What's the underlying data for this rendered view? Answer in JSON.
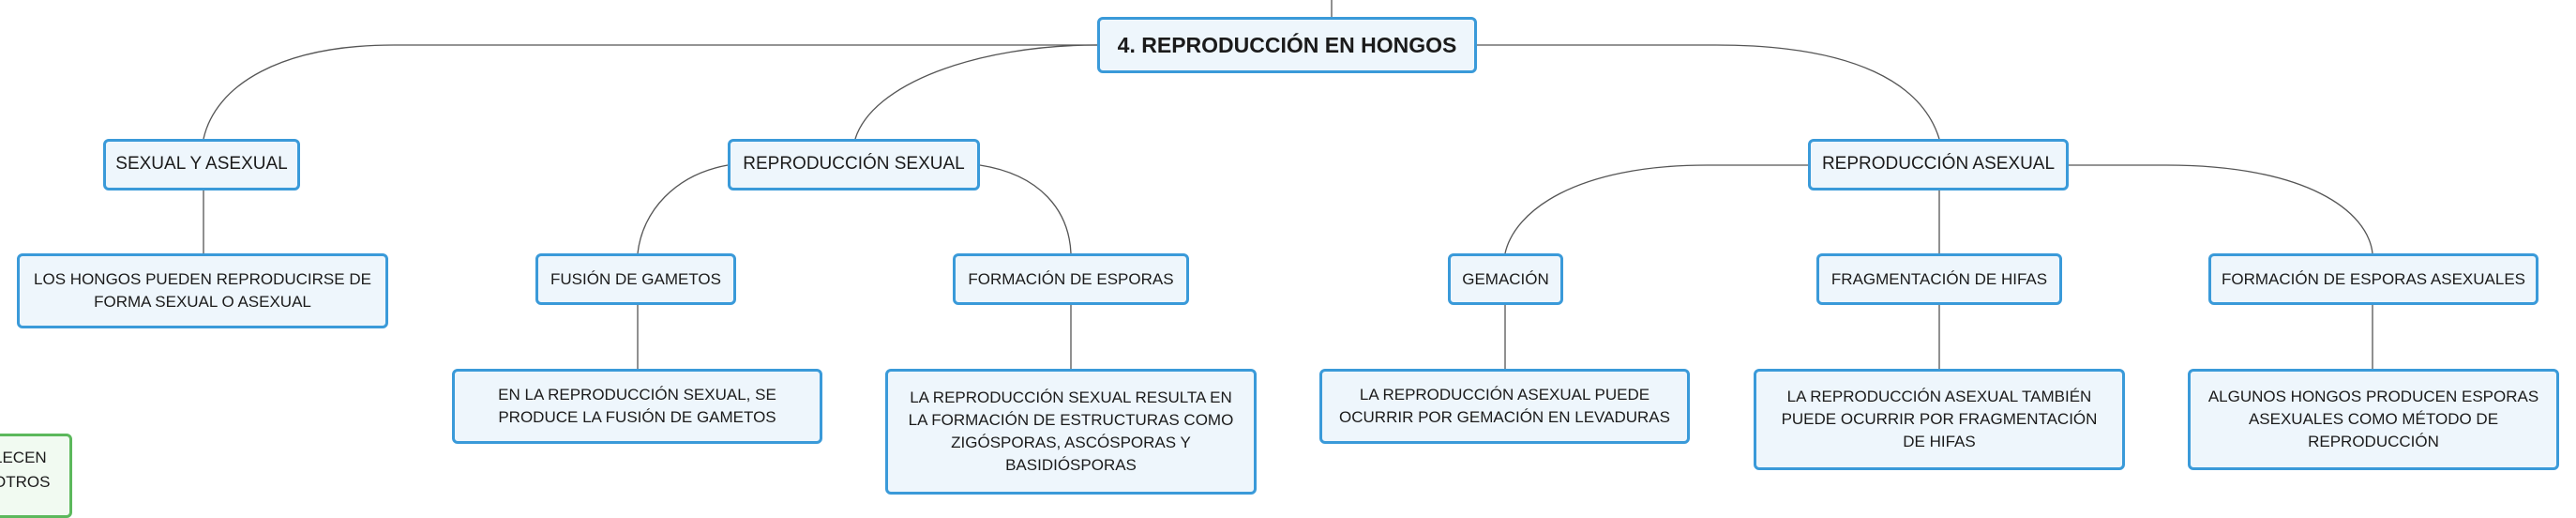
{
  "root": {
    "label": "4. REPRODUCCIÓN EN HONGOS"
  },
  "branches": [
    {
      "label": "SEXUAL Y ASEXUAL",
      "children": [
        {
          "label": "LOS HONGOS PUEDEN REPRODUCIRSE DE FORMA SEXUAL O ASEXUAL"
        }
      ]
    },
    {
      "label": "REPRODUCCIÓN SEXUAL",
      "children": [
        {
          "label": "FUSIÓN DE GAMETOS",
          "detail": "EN LA REPRODUCCIÓN SEXUAL, SE PRODUCE LA FUSIÓN DE GAMETOS"
        },
        {
          "label": "FORMACIÓN DE ESPORAS",
          "detail": "LA REPRODUCCIÓN SEXUAL RESULTA EN LA FORMACIÓN DE ESTRUCTURAS COMO ZIGÓSPORAS, ASCÓSPORAS Y BASIDIÓSPORAS"
        }
      ]
    },
    {
      "label": "REPRODUCCIÓN ASEXUAL",
      "children": [
        {
          "label": "GEMACIÓN",
          "detail": "LA REPRODUCCIÓN ASEXUAL PUEDE OCURRIR POR GEMACIÓN EN LEVADURAS"
        },
        {
          "label": "FRAGMENTACIÓN DE HIFAS",
          "detail": "LA REPRODUCCIÓN ASEXUAL TAMBIÉN PUEDE OCURRIR POR FRAGMENTACIÓN DE HIFAS"
        },
        {
          "label": "FORMACIÓN DE ESPORAS ASEXUALES",
          "detail": "ALGUNOS HONGOS PRODUCEN ESPORAS ASEXUALES COMO MÉTODO DE REPRODUCCIÓN"
        }
      ]
    }
  ],
  "partial_node": {
    "line1": "LECEN",
    "line2": "OTROS"
  },
  "colors": {
    "node_border": "#3a9ad9",
    "node_fill": "#eef6fc",
    "connector": "#555555",
    "partial_border": "#5cb85c"
  }
}
